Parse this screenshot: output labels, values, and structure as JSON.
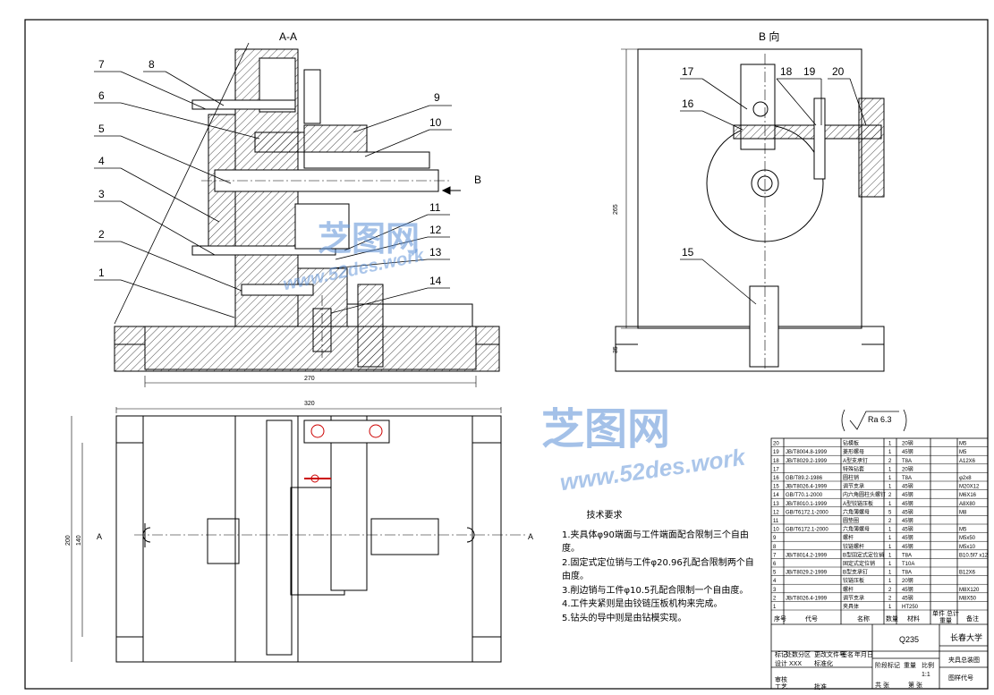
{
  "views": {
    "section_aa": "A-A",
    "view_b": "B 向",
    "arrow_b": "B",
    "section_marker_left": "A",
    "section_marker_right": "A"
  },
  "callouts": [
    "1",
    "2",
    "3",
    "4",
    "5",
    "6",
    "7",
    "8",
    "9",
    "10",
    "11",
    "12",
    "13",
    "14",
    "15",
    "16",
    "17",
    "18",
    "19",
    "20"
  ],
  "dimensions": {
    "base_width": "270",
    "plan_width": "320",
    "height_b": "265",
    "base_height_b": "35",
    "plan_height_outer": "200",
    "plan_height_inner": "140"
  },
  "surface_roughness": "Ra 6.3",
  "technical_requirements": {
    "title": "技术要求",
    "items": [
      "1.夹具体φ90端面与工件端面配合限制三个自由度。",
      "2.固定式定位销与工件φ20.96孔配合限制两个自由度。",
      "3.削边销与工件φ10.5孔配合限制一个自由度。",
      "4.工件夹紧则是由铰链压板机构来完成。",
      "5.钻头的导中则是由钻模实现。"
    ]
  },
  "parts_list": [
    {
      "no": "20",
      "std": "",
      "name": "钻模板",
      "qty": "1",
      "mat": "20钢",
      "note": "M5"
    },
    {
      "no": "19",
      "std": "JB/T8004.8-1999",
      "name": "菱形螺母",
      "qty": "1",
      "mat": "45钢",
      "note": "M5"
    },
    {
      "no": "18",
      "std": "JB/T8029.2-1999",
      "name": "A型支承钉",
      "qty": "2",
      "mat": "T8A",
      "note": "A12X6"
    },
    {
      "no": "17",
      "std": "",
      "name": "特殊钻套",
      "qty": "1",
      "mat": "20钢",
      "note": ""
    },
    {
      "no": "16",
      "std": "GB/T89.2-1986",
      "name": "圆柱销",
      "qty": "1",
      "mat": "T8A",
      "note": "φ2x8"
    },
    {
      "no": "15",
      "std": "JB/T8026.4-1999",
      "name": "调节支承",
      "qty": "1",
      "mat": "45钢",
      "note": "M20X12"
    },
    {
      "no": "14",
      "std": "GB/T70.1-2000",
      "name": "内六角圆柱头螺钉",
      "qty": "2",
      "mat": "45钢",
      "note": "M6X16"
    },
    {
      "no": "13",
      "std": "JB/T8010.1-1999",
      "name": "A型铰链压板",
      "qty": "1",
      "mat": "45钢",
      "note": "A8X80"
    },
    {
      "no": "12",
      "std": "GB/T6172.1-2000",
      "name": "六角薄螺母",
      "qty": "5",
      "mat": "45钢",
      "note": "M8"
    },
    {
      "no": "11",
      "std": "",
      "name": "圆垫圈",
      "qty": "2",
      "mat": "45钢",
      "note": ""
    },
    {
      "no": "10",
      "std": "GB/T6172.1-2000",
      "name": "六角薄螺母",
      "qty": "1",
      "mat": "45钢",
      "note": "M5"
    },
    {
      "no": "9",
      "std": "",
      "name": "螺杆",
      "qty": "1",
      "mat": "45钢",
      "note": "M5x50"
    },
    {
      "no": "8",
      "std": "",
      "name": "铰链螺杆",
      "qty": "1",
      "mat": "45钢",
      "note": "M5x10"
    },
    {
      "no": "7",
      "std": "JB/T8014.2-1999",
      "name": "B型固定式定位销",
      "qty": "1",
      "mat": "T8A",
      "note": "B10.5f7 x12"
    },
    {
      "no": "6",
      "std": "",
      "name": "固定式定位销",
      "qty": "1",
      "mat": "T10A",
      "note": ""
    },
    {
      "no": "5",
      "std": "JB/T8029.2-1999",
      "name": "B型支承钉",
      "qty": "1",
      "mat": "T8A",
      "note": "B12X6"
    },
    {
      "no": "4",
      "std": "",
      "name": "铰链压板",
      "qty": "1",
      "mat": "20钢",
      "note": ""
    },
    {
      "no": "3",
      "std": "",
      "name": "螺杆",
      "qty": "2",
      "mat": "45钢",
      "note": "M8X120"
    },
    {
      "no": "2",
      "std": "JB/T8026.4-1999",
      "name": "调节支承",
      "qty": "2",
      "mat": "45钢",
      "note": "M8X50"
    },
    {
      "no": "1",
      "std": "",
      "name": "夹具体",
      "qty": "1",
      "mat": "HT250",
      "note": ""
    }
  ],
  "parts_header": {
    "no": "序号",
    "std": "代号",
    "name": "名称",
    "qty": "数量",
    "mat": "材料",
    "unit_weight": "单件",
    "total_weight": "总计",
    "weight": "重量",
    "note": "备注"
  },
  "title_block": {
    "material": "Q235",
    "school": "长春大学",
    "drawing_name": "夹具总装图",
    "scale": "1:1",
    "row_labels": [
      "标记",
      "处数",
      "分区",
      "更改文件号",
      "签名",
      "年月日"
    ],
    "design": "设计",
    "design_value": "XXX",
    "check": "审核",
    "process": "工艺",
    "approve": "批准",
    "standardize": "标准化",
    "stage": "阶段标记",
    "weight": "重量",
    "ratio": "比例",
    "sheets": "共 张",
    "sheet_no": "第 张",
    "code": "图样代号"
  },
  "watermark": {
    "cn": "芝图网",
    "url": "www.52des.work"
  }
}
